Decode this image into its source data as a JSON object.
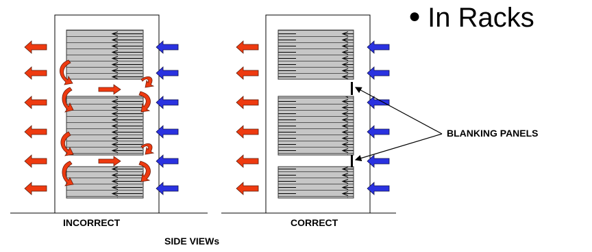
{
  "bullet": "In Racks",
  "labels": {
    "left_rack": "INCORRECT",
    "right_rack": "CORRECT",
    "caption": "SIDE VIEWs",
    "callout": "BLANKING PANELS"
  },
  "colors": {
    "exhaust": "#ee3a10",
    "intake": "#2a32e0",
    "server": "#c4c4c4",
    "recirculation": "#ee3a10"
  },
  "icons": {
    "exhaust_arrow": "arrow-left-icon",
    "intake_arrow": "arrow-left-icon",
    "recirculation": "curved-arrow-icon"
  }
}
